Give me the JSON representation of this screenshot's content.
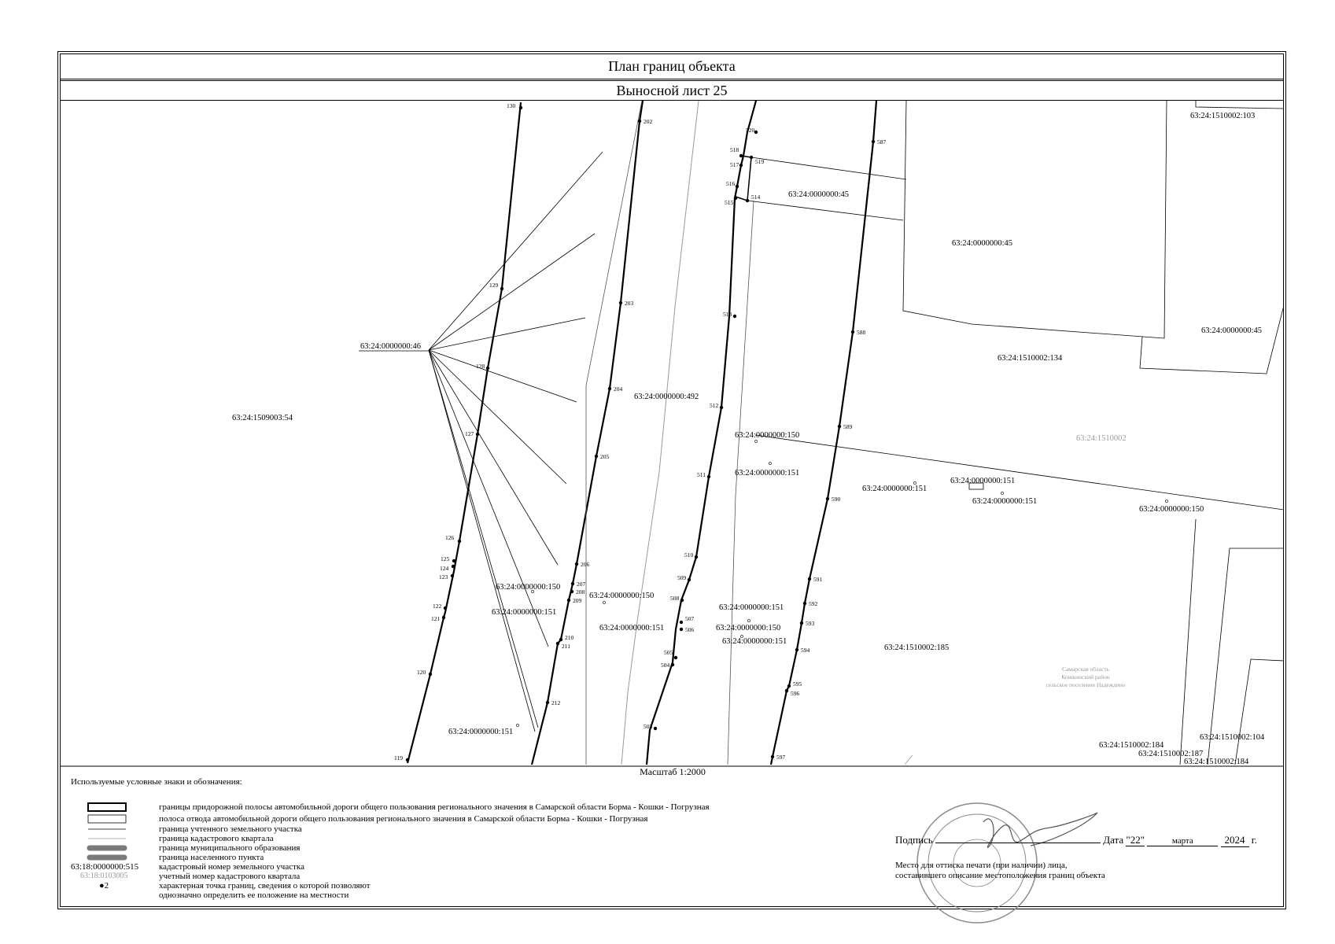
{
  "header": {
    "title": "План границ объекта",
    "sheet": "Выносной лист 25"
  },
  "scale": "Масштаб 1:2000",
  "parcel_labels": [
    {
      "id": "p1",
      "text": "63:24:1509003:54"
    },
    {
      "id": "p2",
      "text": "63:24:0000000:46"
    },
    {
      "id": "p3",
      "text": "63:24:0000000:492"
    },
    {
      "id": "p4",
      "text": "63:24:0000000:45"
    },
    {
      "id": "p5",
      "text": "63:24:0000000:45"
    },
    {
      "id": "p6",
      "text": "63:24:1510002:103"
    },
    {
      "id": "p7",
      "text": "63:24:0000000:45"
    },
    {
      "id": "p8",
      "text": "63:24:1510002:134"
    },
    {
      "id": "p9",
      "text": "63:24:0000000:150"
    },
    {
      "id": "p10",
      "text": "63:24:0000000:151"
    },
    {
      "id": "p11",
      "text": "63:24:0000000:151"
    },
    {
      "id": "p12",
      "text": "63:24:0000000:151"
    },
    {
      "id": "p13",
      "text": "63:24:0000000:151"
    },
    {
      "id": "p14",
      "text": "63:24:0000000:150"
    },
    {
      "id": "p15",
      "text": "63:24:0000000:150"
    },
    {
      "id": "p16",
      "text": "63:24:0000000:151"
    },
    {
      "id": "p17",
      "text": "63:24:0000000:150"
    },
    {
      "id": "p18",
      "text": "63:24:0000000:151"
    },
    {
      "id": "p19",
      "text": "63:24:0000000:151"
    },
    {
      "id": "p20",
      "text": "63:24:0000000:150"
    },
    {
      "id": "p21",
      "text": "63:24:0000000:151"
    },
    {
      "id": "p22",
      "text": "63:24:1510002:185"
    },
    {
      "id": "p23",
      "text": "63:24:0000000:151"
    },
    {
      "id": "p24",
      "text": "63:24:1510002:184"
    },
    {
      "id": "p25",
      "text": "63:24:1510002:187"
    },
    {
      "id": "p26",
      "text": "63:24:1510002:184"
    },
    {
      "id": "p27",
      "text": "63:24:1510002:104"
    }
  ],
  "quarter_label": "63:24:1510002",
  "municipality_label": [
    "Самарская область",
    "Кошкинский район",
    "сельское поселение Надеждино"
  ],
  "points": [
    "130",
    "129",
    "128",
    "127",
    "126",
    "125",
    "124",
    "123",
    "122",
    "121",
    "120",
    "119",
    "202",
    "203",
    "204",
    "205",
    "206",
    "207",
    "208",
    "209",
    "210",
    "211",
    "212",
    "520",
    "518",
    "519",
    "517",
    "516",
    "515",
    "514",
    "513",
    "512",
    "511",
    "510",
    "509",
    "508",
    "507",
    "506",
    "505",
    "504",
    "503",
    "587",
    "588",
    "589",
    "590",
    "591",
    "592",
    "593",
    "594",
    "595",
    "596",
    "597"
  ],
  "legend": {
    "title": "Используемые условные знаки и обозначения:",
    "items": [
      {
        "symbol": "",
        "label": "границы придорожной полосы автомобильной дороги общего пользования регионального значения в Самарской области Борма - Кошки - Погрузная"
      },
      {
        "symbol": "",
        "label": "полоса отвода автомобильной дороги общего пользования регионального значения в Самарской области Борма - Кошки - Погрузная"
      },
      {
        "symbol": "",
        "label": "граница учтенного земельного участка"
      },
      {
        "symbol": "",
        "label": "граница кадастрового квартала"
      },
      {
        "symbol": "",
        "label": "граница муниципального образования"
      },
      {
        "symbol": "",
        "label": "граница населенного пункта"
      },
      {
        "symbol": "63:18:0000000:515",
        "label": "кадастровый номер земельного участка"
      },
      {
        "symbol": "63:18:0103005",
        "label": "учетный номер кадастрового квартала"
      },
      {
        "symbol": "2",
        "label": "характерная точка границ, сведения о которой позволяют"
      },
      {
        "symbol": "",
        "label": "однозначно определить ее положение на местности"
      }
    ]
  },
  "signature": {
    "sign_label": "Подпись",
    "date_label": "Дата",
    "day": "\"22\"",
    "month": "марта",
    "year": "2024",
    "year_suffix": "г.",
    "stamp_note_1": "Место для оттиска печати (при наличии) лица,",
    "stamp_note_2": "составившего описание местоположения границ объекта"
  },
  "colors": {
    "line": "#000000",
    "gray_line": "#9a9a9a",
    "stamp": "#8a8a8a"
  }
}
